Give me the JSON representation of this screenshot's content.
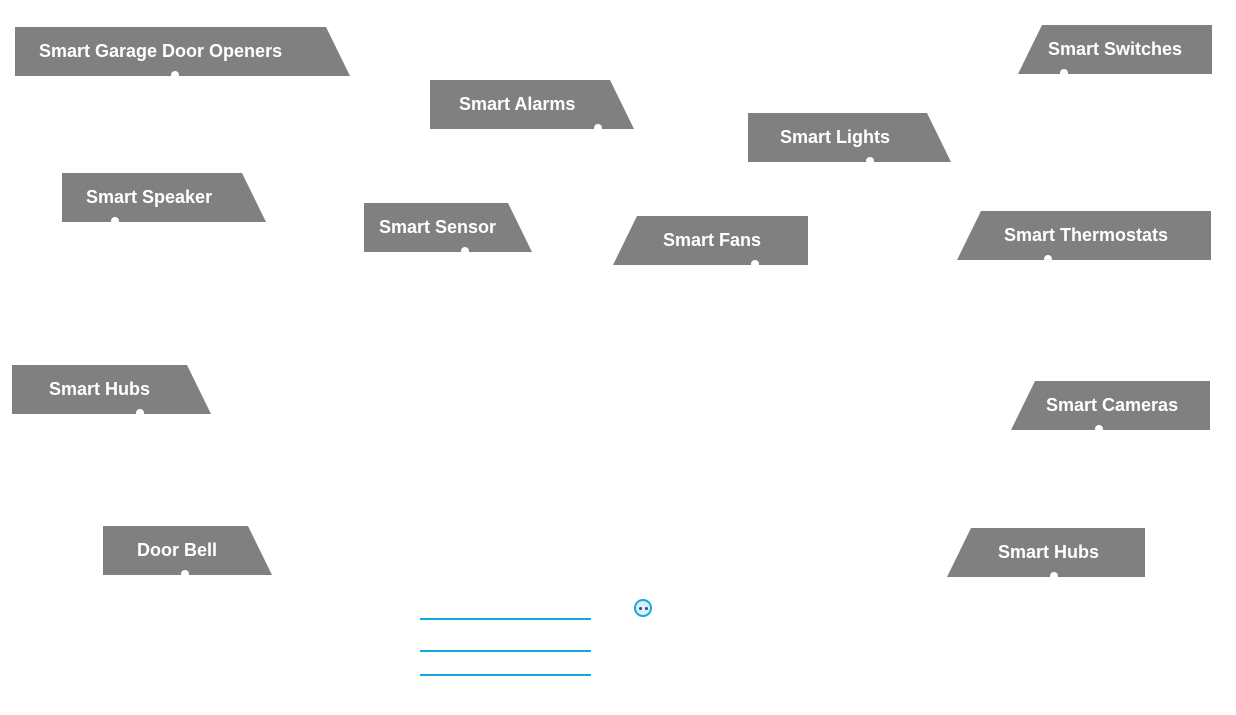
{
  "colors": {
    "tag_bg": "#808080",
    "accent": "#14a8e0"
  },
  "labels": {
    "garage": "Smart Garage Door Openers",
    "alarms": "Smart Alarms",
    "lights": "Smart Lights",
    "switches": "Smart Switches",
    "speaker": "Smart Speaker",
    "sensor": "Smart Sensor",
    "fans": "Smart Fans",
    "thermostats": "Smart Thermostats",
    "hubs_left": "Smart Hubs",
    "cameras": "Smart Cameras",
    "doorbell": "Door Bell",
    "hubs_right": "Smart Hubs"
  },
  "icon": "face-icon"
}
